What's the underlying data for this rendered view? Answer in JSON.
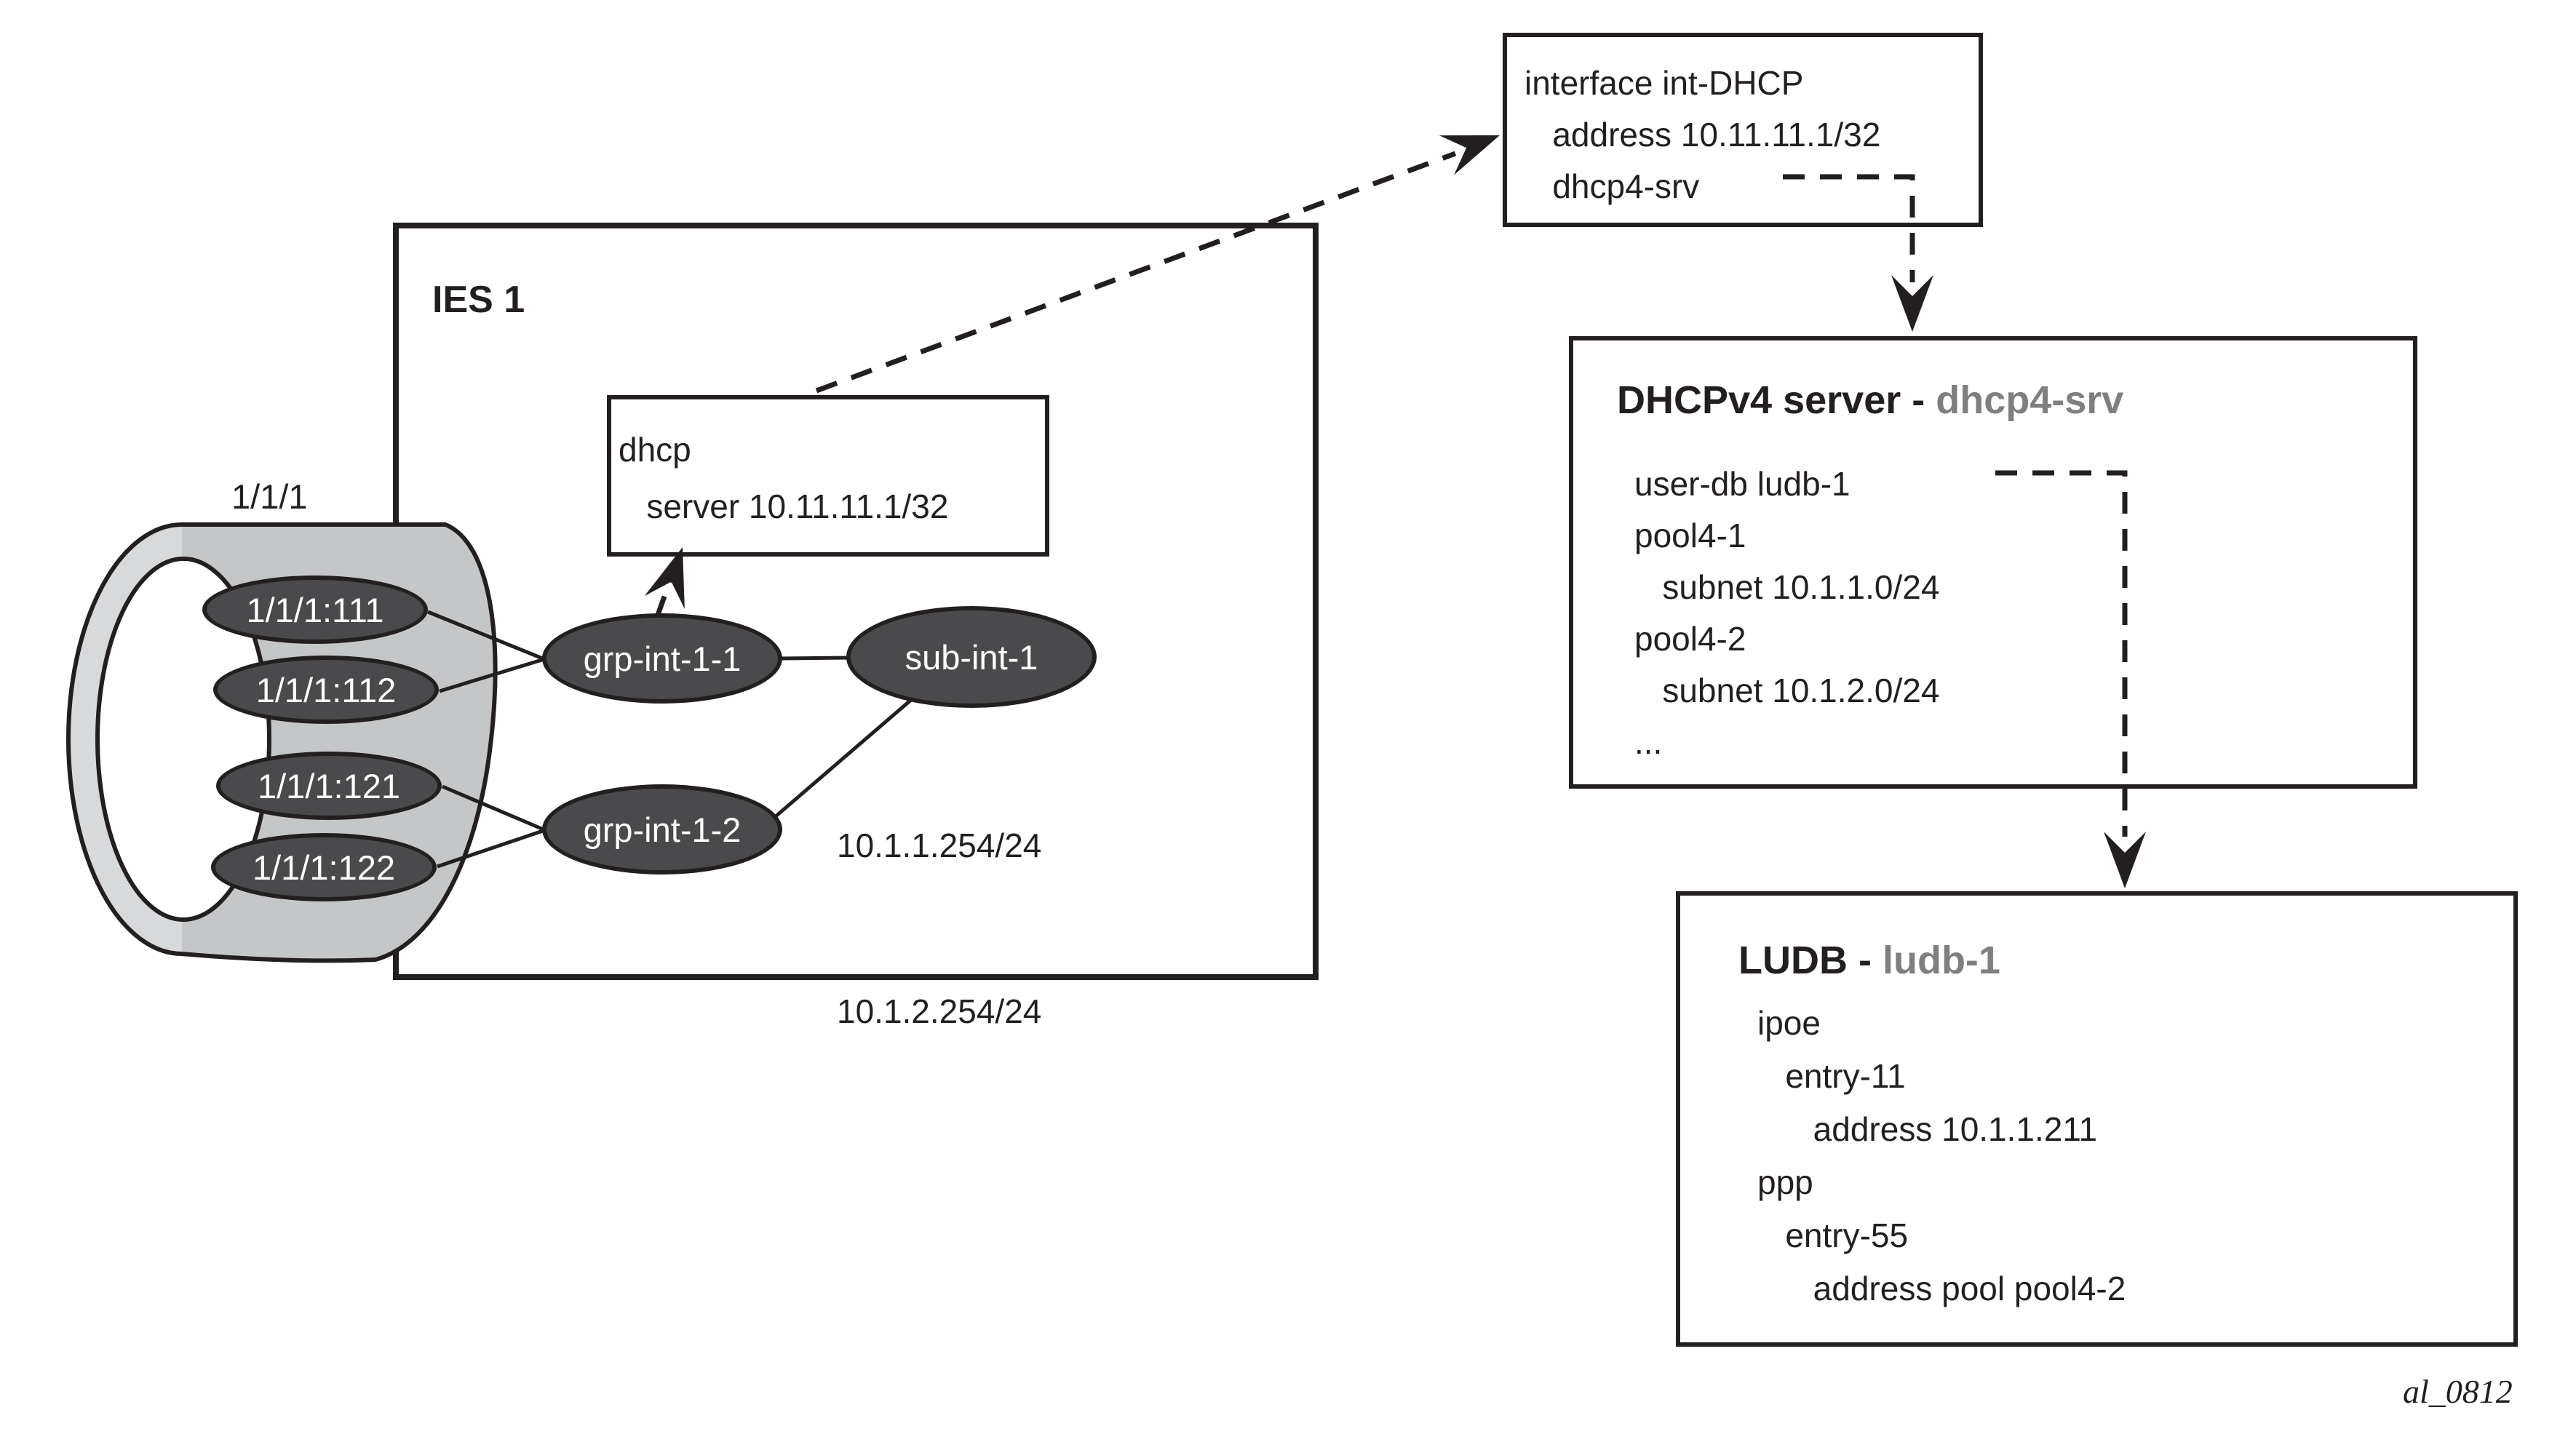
{
  "diagram": {
    "figure_id": "al_0812",
    "colors": {
      "line": "#231f20",
      "node_fill": "#4a4a4c",
      "node_text": "#ffffff",
      "accent_gray": "#7d7f81",
      "cylinder_body": "#c5c6c8",
      "cylinder_rim": "#d8d9da"
    },
    "port": {
      "label": "1/1/1",
      "subports": [
        "1/1/1:111",
        "1/1/1:112",
        "1/1/1:121",
        "1/1/1:122"
      ]
    },
    "ies": {
      "title": "IES 1",
      "dhcp_box": {
        "lines": [
          "dhcp",
          "   server 10.11.11.1/32"
        ]
      }
    },
    "group_interfaces": [
      "grp-int-1-1",
      "grp-int-1-2"
    ],
    "subscriber_interface": {
      "label": "sub-int-1",
      "addresses": [
        "10.1.1.254/24",
        "10.1.2.254/24"
      ]
    },
    "interface_box": {
      "lines": [
        "interface int-DHCP",
        "   address 10.11.11.1/32",
        "   dhcp4-srv"
      ]
    },
    "dhcp_server_box": {
      "title_black": "DHCPv4 server - ",
      "title_gray": "dhcp4-srv",
      "lines": [
        "user-db ludb-1",
        "pool4-1",
        "   subnet 10.1.1.0/24",
        "pool4-2",
        "   subnet 10.1.2.0/24",
        "..."
      ]
    },
    "ludb_box": {
      "title_black": "LUDB - ",
      "title_gray": "ludb-1",
      "lines": [
        "ipoe",
        "   entry-11",
        "      address 10.1.1.211",
        "ppp",
        "   entry-55",
        "      address pool pool4-2"
      ]
    }
  }
}
